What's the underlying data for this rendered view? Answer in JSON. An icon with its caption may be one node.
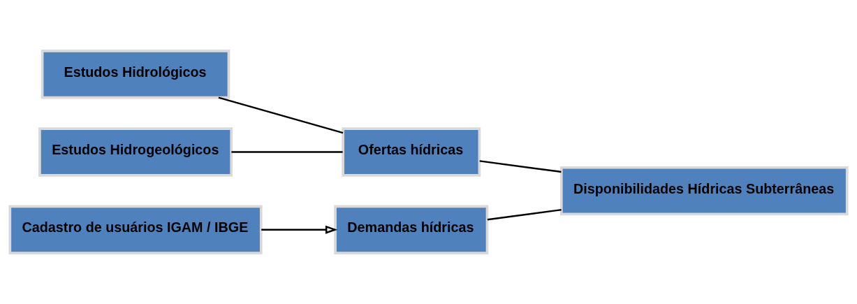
{
  "diagram": {
    "nodes": [
      {
        "text": [
          "Estudos Hidrológicos"
        ]
      },
      {
        "text": [
          "Estudos Hidrogeológicos"
        ]
      },
      {
        "text": [
          "Ofertas hídricas"
        ]
      },
      {
        "text": [
          "Cadastro de usuários IGAM / IBGE"
        ]
      },
      {
        "text": [
          "Demandas hídricas"
        ]
      },
      {
        "text": [
          "Disponibilidades Hídricas Subterrâneas"
        ]
      }
    ],
    "edges": [
      {
        "from": 0,
        "to": 2,
        "arrow": "none"
      },
      {
        "from": 1,
        "to": 2,
        "arrow": "none"
      },
      {
        "from": 3,
        "to": 4,
        "arrow": "to"
      },
      {
        "from": 2,
        "to": 5,
        "arrow": "none"
      },
      {
        "from": 4,
        "to": 5,
        "arrow": "none"
      }
    ]
  }
}
